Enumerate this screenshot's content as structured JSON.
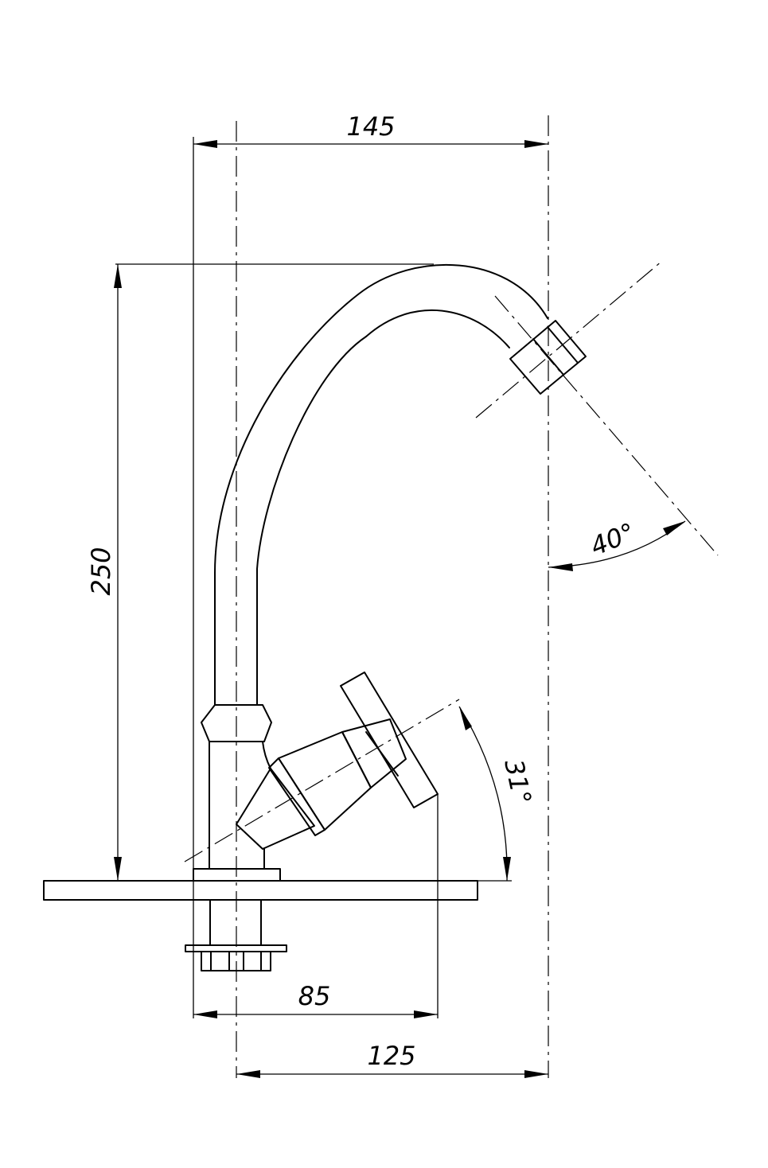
{
  "drawing": {
    "subject": "faucet side view",
    "dimensions": {
      "top_width": "145",
      "height": "250",
      "handle_offset": "85",
      "spout_reach": "125"
    },
    "angles": {
      "outlet_angle": "40°",
      "valve_angle": "31°"
    }
  }
}
